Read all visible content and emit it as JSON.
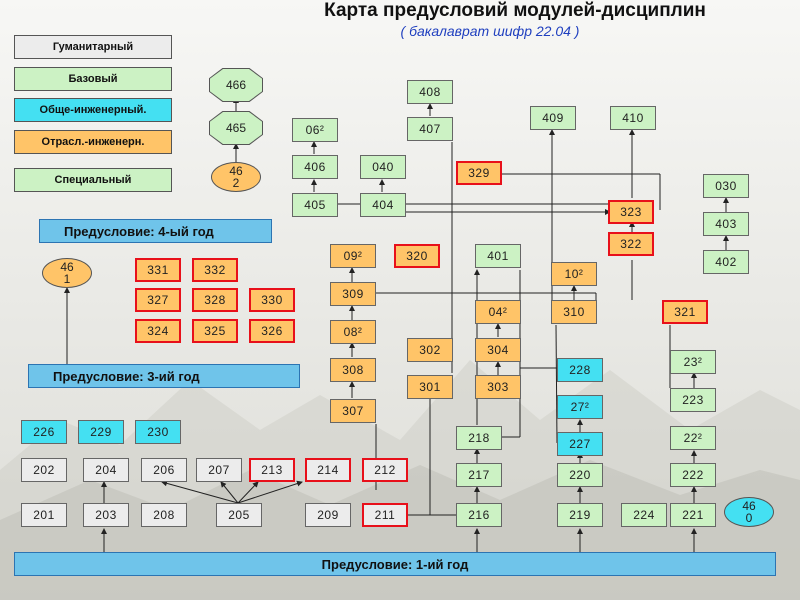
{
  "header": {
    "title": "Карта предусловий модулей-дисциплин",
    "subtitle": "( бакалаврат шифр 22.04 )"
  },
  "legend": [
    "Гуманитарный",
    "Базовый",
    "Обще-инженерный.",
    "Отрасл.-инженерн.",
    "Специальный"
  ],
  "bars": {
    "year4": "Предусловие: 4-ый год",
    "year3": "Предусловие: 3-ий год",
    "year1": "Предусловие: 1-ий год"
  },
  "colors": {
    "humanitarian": "#ececec",
    "basic": "#ccf2c4",
    "general_engineering": "#44e0f2",
    "industry_engineering": "#ffc468",
    "special_border": "#e8101a",
    "bar": "#6fc4ea"
  },
  "nodes": {
    "n466": "466",
    "n465": "465",
    "n462": "462",
    "n461": "461",
    "n460": "460",
    "n408": "408",
    "n407": "407",
    "n409": "409",
    "n410": "410",
    "n062": "06²",
    "n406": "406",
    "n405": "405",
    "n040": "040",
    "n404": "404",
    "n329": "329",
    "n323": "323",
    "n322": "322",
    "n030": "030",
    "n403": "403",
    "n402": "402",
    "n092": "09²",
    "n320": "320",
    "n401": "401",
    "n102": "10²",
    "n309": "309",
    "n331": "331",
    "n332": "332",
    "n327": "327",
    "n328": "328",
    "n330": "330",
    "n324": "324",
    "n325": "325",
    "n326": "326",
    "n042": "04²",
    "n310": "310",
    "n321": "321",
    "n082": "08²",
    "n302": "302",
    "n304": "304",
    "n232": "23²",
    "n308": "308",
    "n228": "228",
    "n301": "301",
    "n303": "303",
    "n223": "223",
    "n307": "307",
    "n272": "27²",
    "n226": "226",
    "n229": "229",
    "n230": "230",
    "n218": "218",
    "n227": "227",
    "n222a": "22²",
    "n202": "202",
    "n204": "204",
    "n206": "206",
    "n207": "207",
    "n213": "213",
    "n214": "214",
    "n212": "212",
    "n217": "217",
    "n220": "220",
    "n222": "222",
    "n201": "201",
    "n203": "203",
    "n208": "208",
    "n205": "205",
    "n209": "209",
    "n211": "211",
    "n216": "216",
    "n219": "219",
    "n224": "224",
    "n221": "221"
  }
}
